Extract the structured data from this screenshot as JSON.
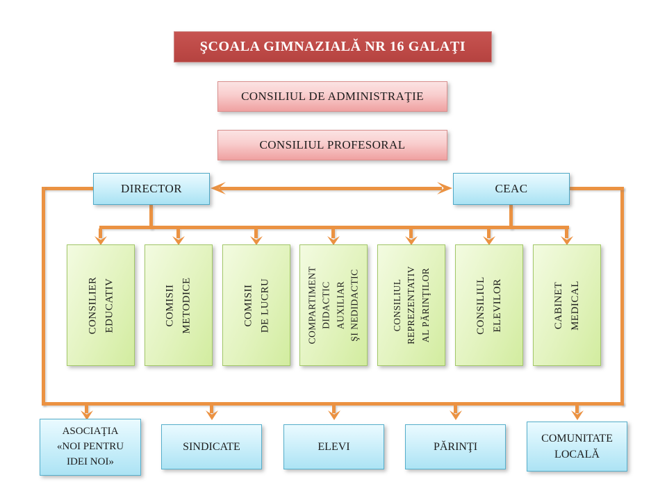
{
  "title": {
    "label": "ŞCOALA GIMNAZIALĂ NR 16 GALAŢI"
  },
  "councils": [
    {
      "label": "CONSILIUL DE ADMINISTRAŢIE"
    },
    {
      "label": "CONSILIUL PROFESORAL"
    }
  ],
  "management": {
    "director": {
      "label": "DIRECTOR"
    },
    "ceac": {
      "label": "CEAC"
    }
  },
  "departments": [
    {
      "label": "CONSILIER\nEDUCATIV"
    },
    {
      "label": "COMISII\nMETODICE"
    },
    {
      "label": "COMISII\nDE LUCRU"
    },
    {
      "label": "COMPARTIMENT\nDIDACTIC\nAUXILIAR\nŞI NEDIDACTIC"
    },
    {
      "label": "CONSILIUL\nREPREZENTATIV\nAL PĂRINŢILOR"
    },
    {
      "label": "CONSILIUL\nELEVILOR"
    },
    {
      "label": "CABINET\nMEDICAL"
    }
  ],
  "stakeholders": [
    {
      "label": "ASOCIAŢIA\n«NOI PENTRU\nIDEI NOI»"
    },
    {
      "label": "SINDICATE"
    },
    {
      "label": "ELEVI"
    },
    {
      "label": "PĂRINŢI"
    },
    {
      "label": "COMUNITATE\nLOCALĂ"
    }
  ],
  "colors": {
    "connector": "#EB9242",
    "title_fill": "#BE4A47",
    "council_fill": "#F1A5A5",
    "management_fill": "#AEE4F5",
    "department_fill": "#DDF2B6",
    "stakeholder_fill": "#C4ECF9"
  }
}
